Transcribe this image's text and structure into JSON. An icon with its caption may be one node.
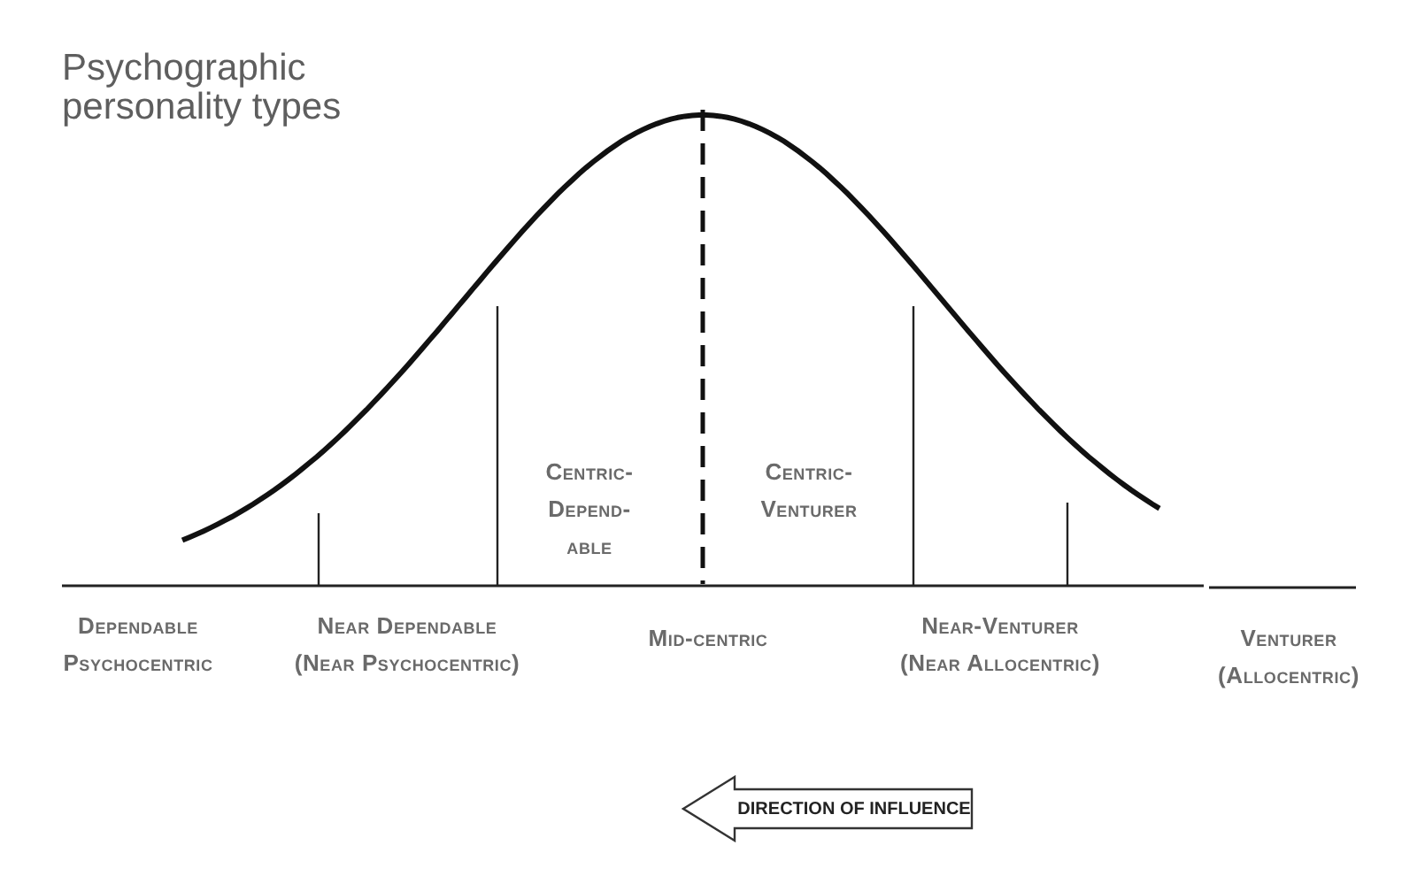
{
  "diagram": {
    "title": "Psychographic personality types",
    "nodes": [
      {
        "text": [
          "DIRECTION OF INFLUENCE"
        ]
      }
    ],
    "edges": [],
    "labels": [
      "Centric-Depend-able",
      "Centric-Venturer",
      "Dependable Psychocentric",
      "Near Dependable (Near Psychocentric)",
      "Mid-centric",
      "Near-Venturer (Near Allocentric)",
      "Venturer (Allocentric)"
    ]
  }
}
